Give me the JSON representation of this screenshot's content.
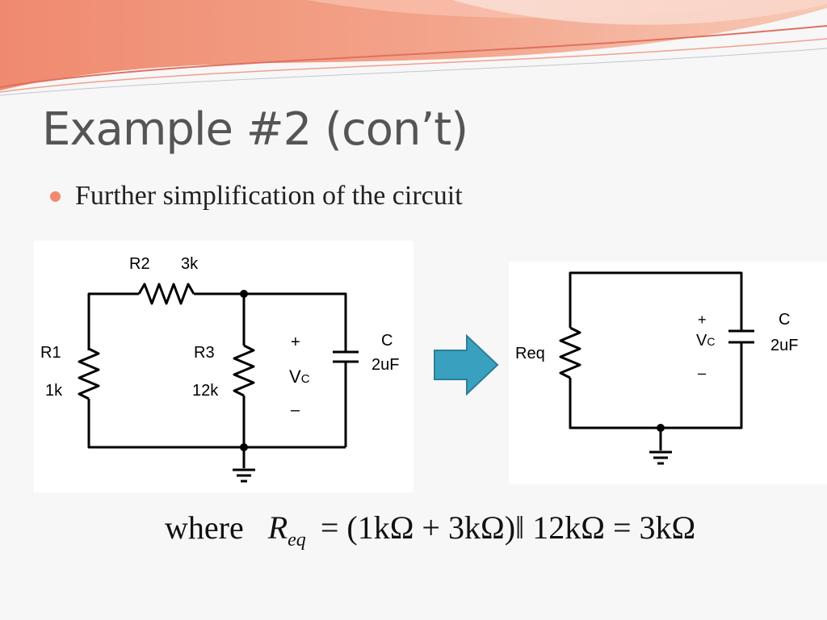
{
  "slide": {
    "title": "Example #2 (con’t)",
    "bullet": "Further simplification of the circuit"
  },
  "circuit_left": {
    "r1_name": "R1",
    "r1_value": "1k",
    "r2_name": "R2",
    "r2_value": "3k",
    "r3_name": "R3",
    "r3_value": "12k",
    "c_name": "C",
    "c_value": "2uF",
    "plus": "+",
    "vc_main": "V",
    "vc_sub": "C",
    "minus": "–"
  },
  "circuit_right": {
    "req_name": "Req",
    "c_name": "C",
    "c_value": "2uF",
    "plus": "+",
    "vc_main": "V",
    "vc_sub": "C",
    "minus": "–"
  },
  "equation": {
    "where": "where",
    "lhs_main": "R",
    "lhs_sub": "eq",
    "rhs": "= (1kΩ + 3kΩ)‖ 12kΩ = 3kΩ"
  },
  "colors": {
    "background": "#f7f7f7",
    "title": "#555555",
    "bullet": "#f08a70",
    "arrow": "#3aa0bf"
  }
}
